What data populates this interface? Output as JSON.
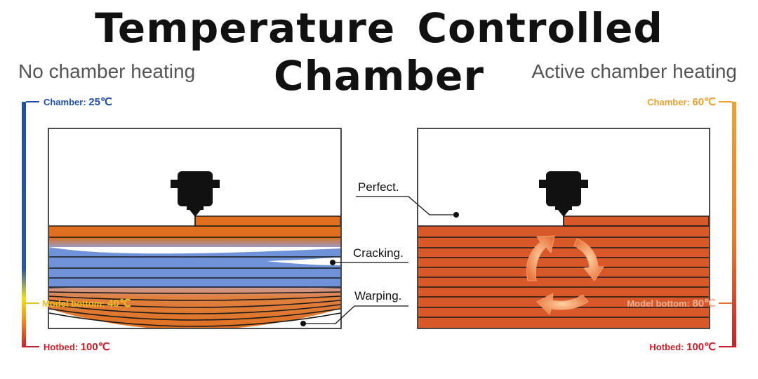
{
  "title": "Temperature  Controlled  Chamber",
  "left": {
    "subtitle": "No chamber heating",
    "chamber_label": "Chamber: ",
    "chamber_value": "25℃",
    "model_label": "Model bottom: ",
    "model_value": "40℃",
    "hotbed_label": "Hotbed: ",
    "hotbed_value": "100℃"
  },
  "right": {
    "subtitle": "Active chamber heating",
    "chamber_label": "Chamber: ",
    "chamber_value": "60℃",
    "model_label": "Model bottom: ",
    "model_value": "80℃",
    "hotbed_label": "Hotbed: ",
    "hotbed_value": "100℃"
  },
  "notes": {
    "perfect": "Perfect.",
    "cracking": "Cracking.",
    "warping": "Warping."
  },
  "colors": {
    "cold_blue": "#1f4fa8",
    "layer_orange": "#e07020",
    "hot_orange": "#d9582a",
    "crack_blue": "#6f92d8",
    "hotbed_red": "#c8202a",
    "warm_yellow": "#f0d020",
    "chamber_orange": "#f0a030"
  },
  "icons": [
    "nozzle-icon",
    "circulation-arrows-icon"
  ]
}
